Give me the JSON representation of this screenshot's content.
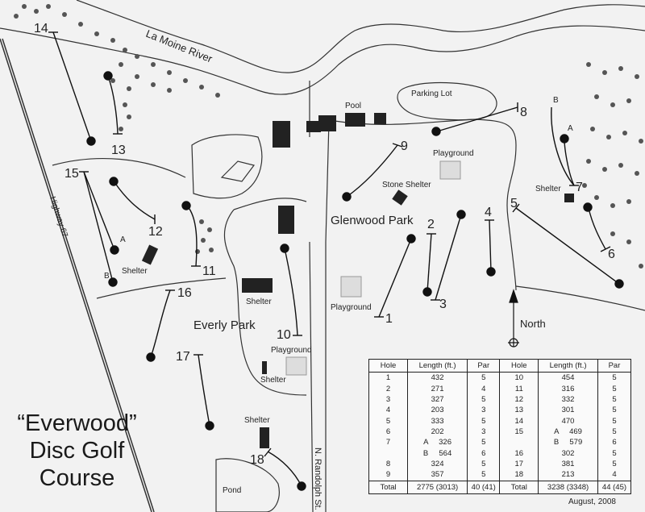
{
  "title_lines": [
    "“Everwood”",
    "Disc Golf",
    "Course"
  ],
  "date": "August, 2008",
  "labels": {
    "river": "La Moine River",
    "highway": "Highway 67",
    "street": "N. Randolph St.",
    "glenwood": "Glenwood Park",
    "everly": "Everly Park",
    "north": "North",
    "pool": "Pool",
    "parking": "Parking Lot",
    "playground": "Playground",
    "stone_shelter": "Stone Shelter",
    "shelter": "Shelter",
    "pond": "Pond",
    "a": "A",
    "b": "B"
  },
  "hole_numbers": [
    "1",
    "2",
    "3",
    "4",
    "5",
    "6",
    "7",
    "8",
    "9",
    "10",
    "11",
    "12",
    "13",
    "14",
    "15",
    "16",
    "17",
    "18"
  ],
  "table": {
    "headers": [
      "Hole",
      "Length (ft.)",
      "Par"
    ],
    "left": [
      {
        "hole": "1",
        "length": "432",
        "par": "5"
      },
      {
        "hole": "2",
        "length": "271",
        "par": "4"
      },
      {
        "hole": "3",
        "length": "327",
        "par": "5"
      },
      {
        "hole": "4",
        "length": "203",
        "par": "3"
      },
      {
        "hole": "5",
        "length": "333",
        "par": "5"
      },
      {
        "hole": "6",
        "length": "202",
        "par": "3"
      },
      {
        "hole": "7",
        "length": "A     326",
        "par": "5"
      },
      {
        "hole": "",
        "length": "B     564",
        "par": "6"
      },
      {
        "hole": "8",
        "length": "324",
        "par": "5"
      },
      {
        "hole": "9",
        "length": "357",
        "par": "5"
      }
    ],
    "right": [
      {
        "hole": "10",
        "length": "454",
        "par": "5"
      },
      {
        "hole": "11",
        "length": "316",
        "par": "5"
      },
      {
        "hole": "12",
        "length": "332",
        "par": "5"
      },
      {
        "hole": "13",
        "length": "301",
        "par": "5"
      },
      {
        "hole": "14",
        "length": "470",
        "par": "5"
      },
      {
        "hole": "15",
        "length": "A     469",
        "par": "5"
      },
      {
        "hole": "",
        "length": "B     579",
        "par": "6"
      },
      {
        "hole": "16",
        "length": "302",
        "par": "5"
      },
      {
        "hole": "17",
        "length": "381",
        "par": "5"
      },
      {
        "hole": "18",
        "length": "213",
        "par": "4"
      }
    ],
    "total_label": "Total",
    "left_total": {
      "length": "2775 (3013)",
      "par": "40 (41)"
    },
    "right_total": {
      "length": "3238 (3348)",
      "par": "44 (45)"
    }
  }
}
